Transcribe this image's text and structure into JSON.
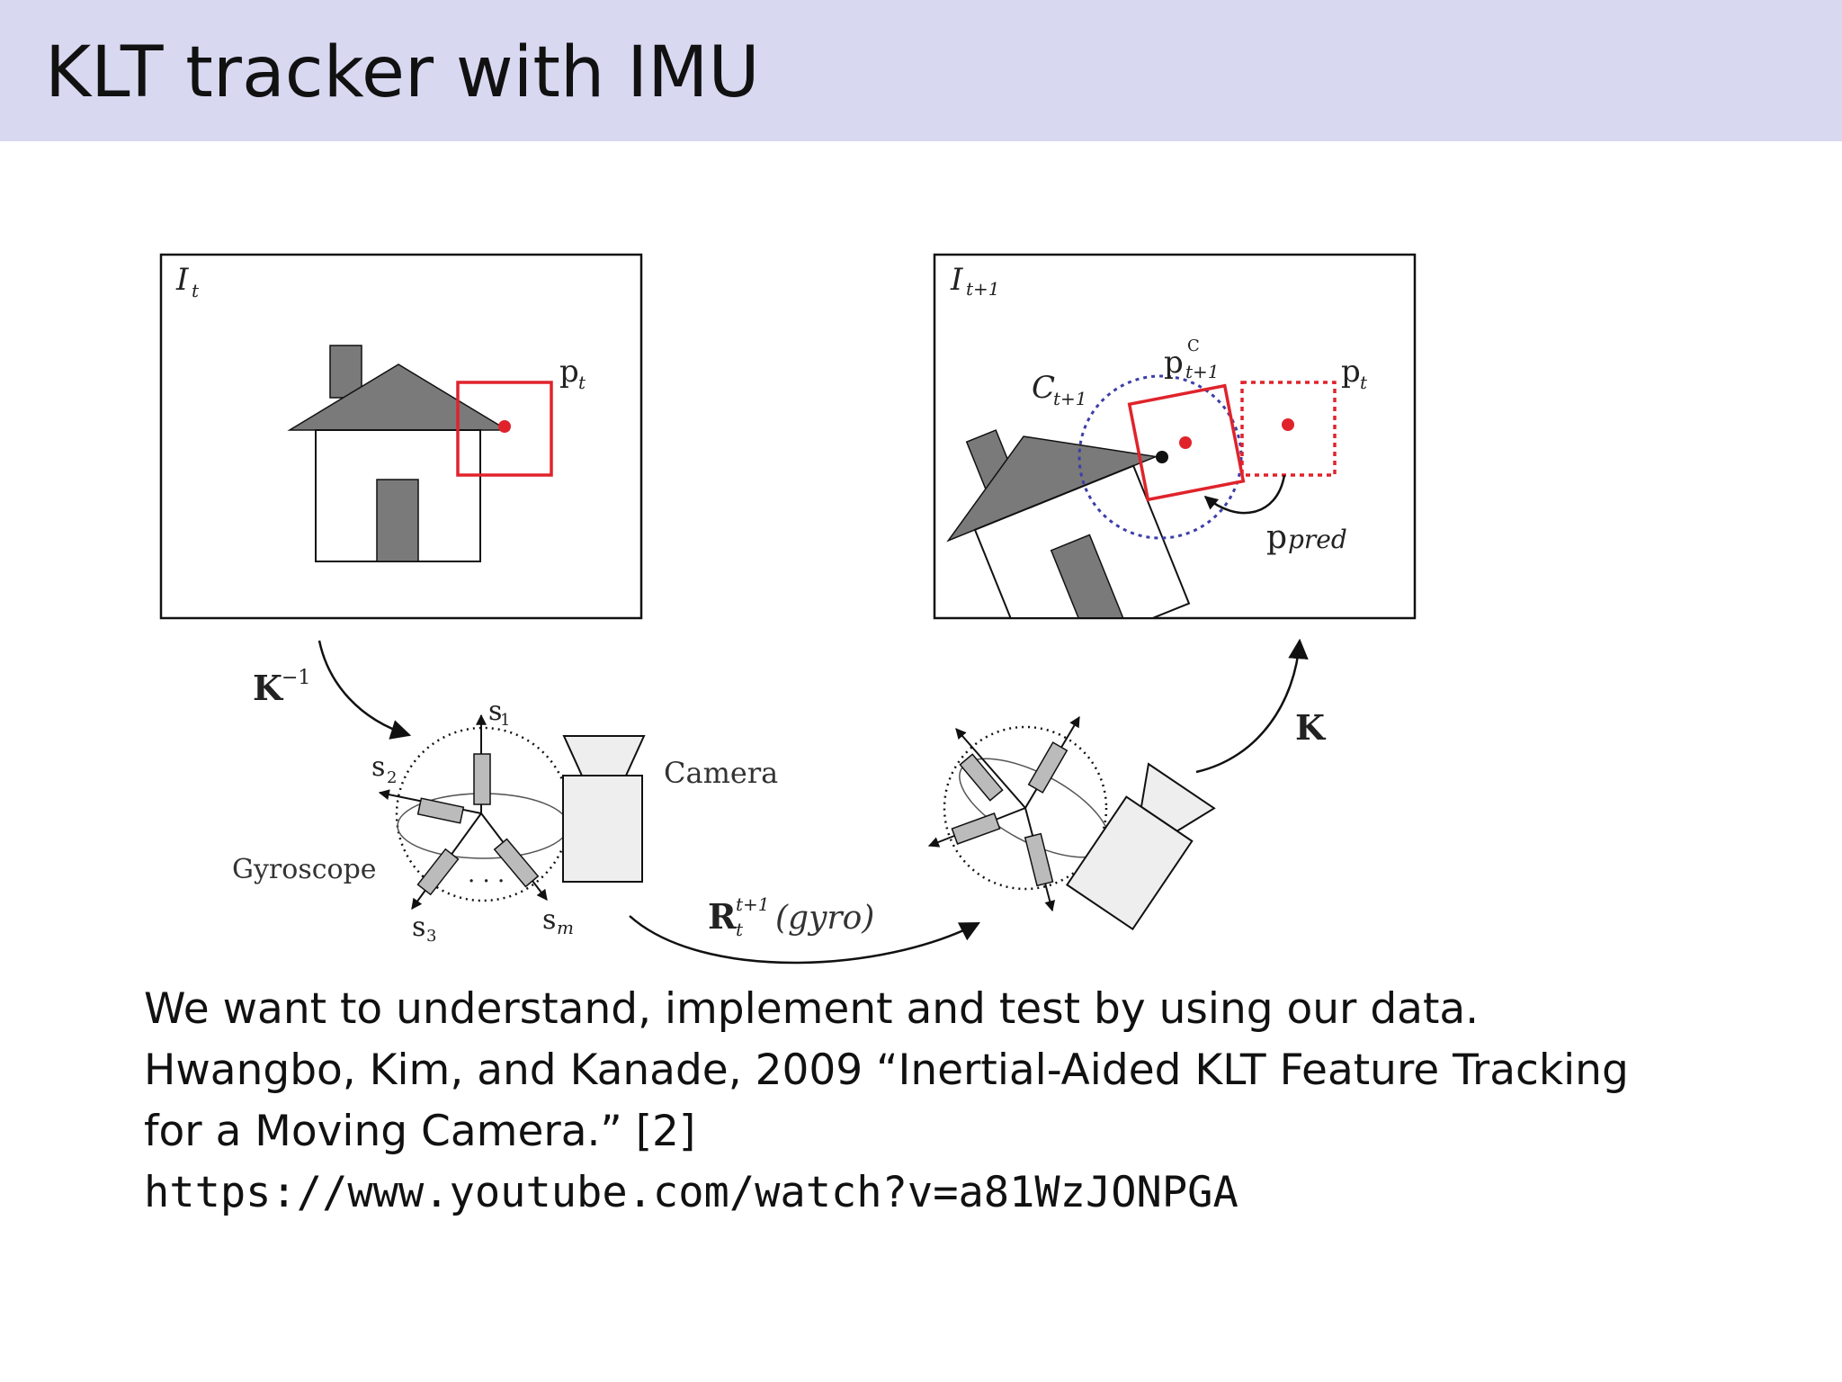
{
  "slide": {
    "title": "KLT tracker with IMU"
  },
  "figure": {
    "frame_left_label": "I",
    "frame_left_sub": "t",
    "frame_right_label": "I",
    "frame_right_sub": "t+1",
    "p_t": "p",
    "p_t_sub": "t",
    "p_c": "p",
    "p_c_sup": "C",
    "p_c_sub": "t+1",
    "c_label": "C",
    "c_sub": "t+1",
    "p_t_right": "p",
    "p_t_right_sub": "t",
    "p_pred": "p",
    "p_pred_sub": "pred",
    "k_inv": "K",
    "k_inv_sup": "−1",
    "k": "K",
    "s1": "s",
    "s1_sub": "1",
    "s2": "s",
    "s2_sub": "2",
    "s3": "s",
    "s3_sub": "3",
    "sm": "s",
    "sm_sub": "m",
    "dots": "· · ·",
    "camera_label": "Camera",
    "gyroscope_label": "Gyroscope",
    "rotation": "R",
    "rotation_sub": "t",
    "rotation_sup": "t+1",
    "rotation_arg": "(gyro)"
  },
  "body": {
    "line1": "We want to understand, implement and test by using our data.",
    "line2": "Hwangbo, Kim, and Kanade, 2009 “Inertial-Aided KLT Feature Tracking",
    "line3": "for a Moving Camera.” [2]",
    "url": "https://www.youtube.com/watch?v=a81WzJONPGA"
  },
  "colors": {
    "header_bg": "#d9d8f1",
    "roof_gray": "#7a7a7a",
    "red": "#e0232b",
    "blue_dotted": "#3b3ea8"
  }
}
